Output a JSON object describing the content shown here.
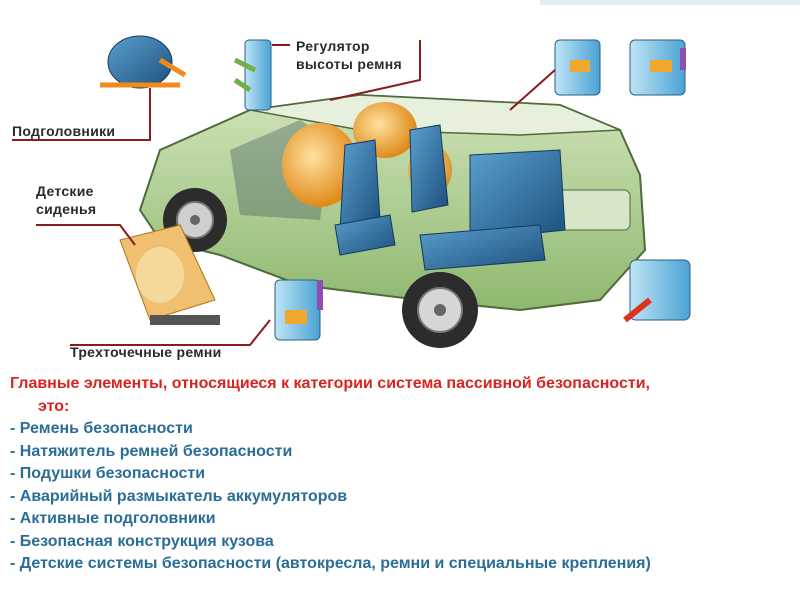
{
  "callouts": {
    "height_regulator_line1": "Регулятор",
    "height_regulator_line2": "высоты ремня",
    "headrests": "Подголовники",
    "child_seats_line1": "Детские",
    "child_seats_line2": "сиденья",
    "three_point_belts": "Трехточечные ремни"
  },
  "heading": {
    "line1": "Главные элементы, относящиеся к категории система пассивной безопасности,",
    "line2": "это:"
  },
  "items": [
    "Ремень безопасности",
    "Натяжитель ремней безопасности",
    "Подушки безопасности",
    "Аварийный размыкатель аккумуляторов",
    "Активные подголовники",
    "Безопасная конструкция кузова",
    "Детские системы безопасности (автокресла, ремни и специальные крепления)"
  ],
  "item_prefix": "- ",
  "colors": {
    "heading": "#d8241f",
    "list": "#2a6d96",
    "car_body": "#a8c98a",
    "seats": "#2f6f9f",
    "airbags": "#f0a830",
    "pointer_lines": "#8a1c1c"
  }
}
